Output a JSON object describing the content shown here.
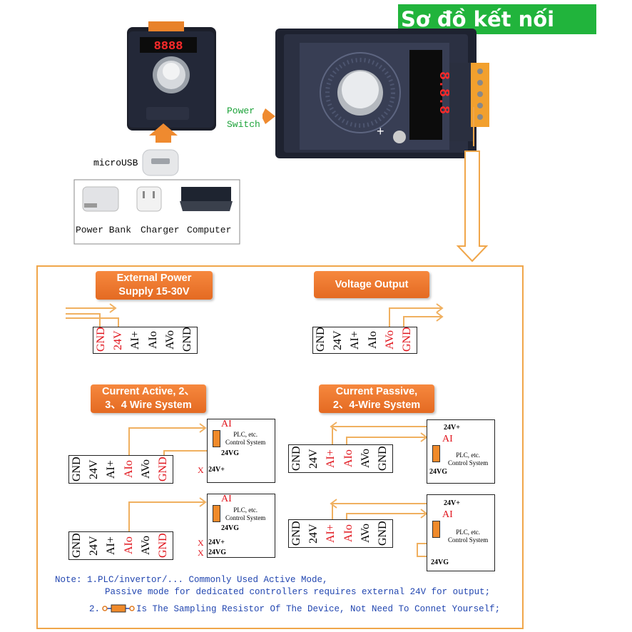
{
  "header": {
    "title": "Sơ đồ kết nối"
  },
  "device": {
    "display_left": "8888",
    "display_right": "8.8.8",
    "power_switch": "Power\nSwitch",
    "microusb": "microUSB"
  },
  "sources": {
    "items": [
      "Power Bank",
      "Charger",
      "Computer"
    ]
  },
  "terminals": [
    "GND",
    "24V",
    "AI+",
    "AIo",
    "AVo",
    "GND"
  ],
  "sections": {
    "external_power": {
      "title": "External Power\nSupply 15-30V"
    },
    "voltage_output": {
      "title": "Voltage Output"
    },
    "current_active": {
      "title": "Current Active, 2、\n3、4 Wire System"
    },
    "current_passive": {
      "title": "Current Passive,\n2、4-Wire System"
    }
  },
  "plc": {
    "ai": "AI",
    "text": "PLC, etc.\nControl System",
    "v24g": "24VG",
    "v24p": "24V+",
    "x": "X"
  },
  "notes": {
    "line1": "Note: 1.PLC/invertor/... Commonly Used Active Mode,",
    "line2": "Passive mode for dedicated controllers requires external 24V for output;",
    "line3_num": "2.",
    "line3": "Is The Sampling Resistor Of The Device, Not Need To Connet Yourself;"
  },
  "colors": {
    "accent": "#f0a64a",
    "badge": "#e86f27",
    "red": "#e0141c",
    "green": "#21b43c",
    "note": "#2246b0"
  }
}
